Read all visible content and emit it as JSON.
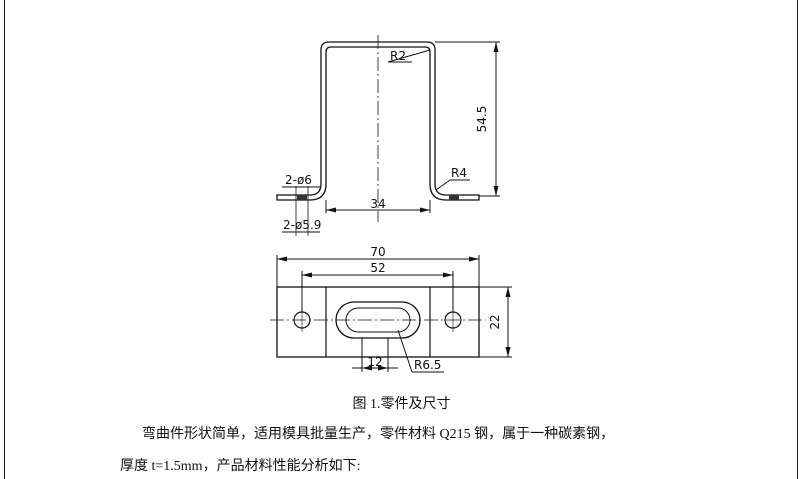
{
  "drawing": {
    "front_view": {
      "bend_radius_inner": "R2",
      "bend_radius_foot": "R4",
      "height_dim": "54.5",
      "width_dim": "34",
      "hole_label_top": "2-ø6",
      "hole_label_bottom": "2-ø5.9"
    },
    "top_view": {
      "overall_length": "70",
      "hole_spacing": "52",
      "height": "22",
      "slot_width": "12",
      "slot_radius": "R6.5"
    }
  },
  "caption": "图 1.零件及尺寸",
  "paragraph": [
    "弯曲件形状简单，适用模具批量生产，零件材料 Q215 钢，属于一种碳素钢，",
    "厚度 t=1.5mm，产品材料性能分析如下:"
  ]
}
